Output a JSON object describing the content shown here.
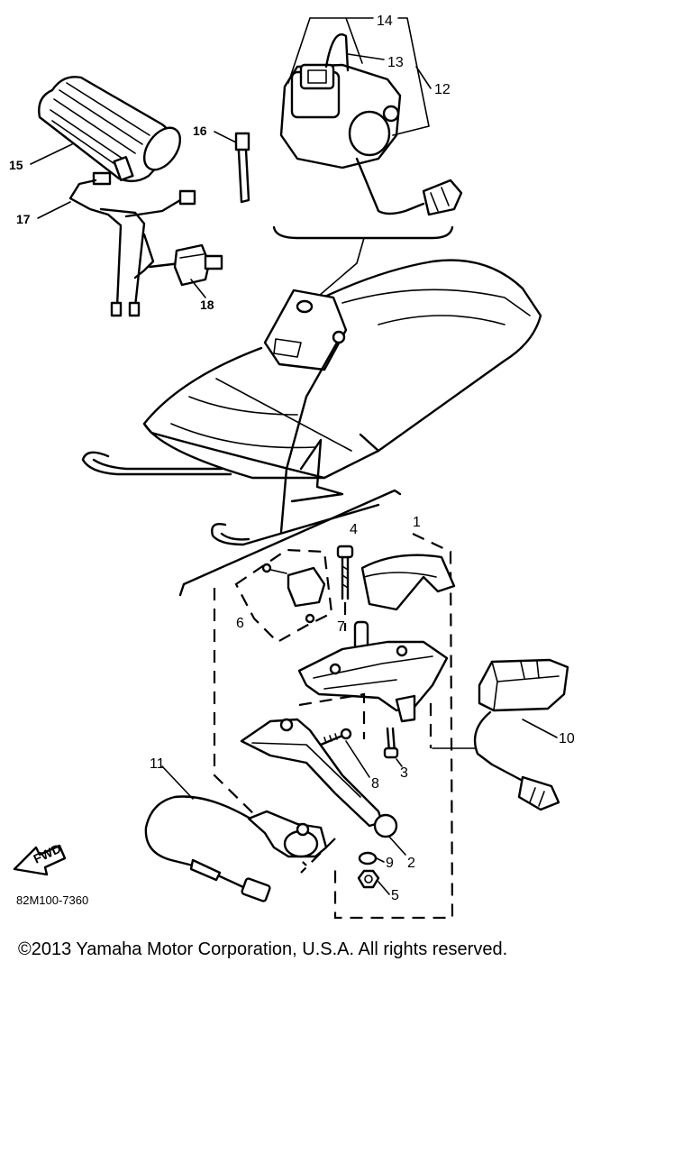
{
  "parts": {
    "p1": "1",
    "p2": "2",
    "p3": "3",
    "p4": "4",
    "p5": "5",
    "p6": "6",
    "p7": "7",
    "p8": "8",
    "p9": "9",
    "p10": "10",
    "p11": "11",
    "p12": "12",
    "p13": "13",
    "p14": "14",
    "p15": "15",
    "p16": "16",
    "p17": "17",
    "p18": "18"
  },
  "arrow_label": "FWD",
  "diagram_code": "82M100-7360",
  "copyright": "©2013 Yamaha Motor Corporation, U.S.A. All rights reserved."
}
